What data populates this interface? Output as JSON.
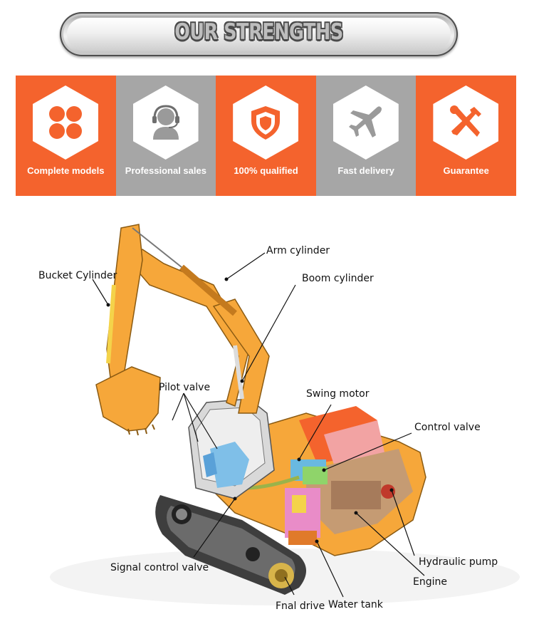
{
  "banner": {
    "title": "OUR STRENGTHS"
  },
  "features": [
    {
      "label": "Complete models",
      "icon": "four-circles-icon",
      "color": "#f4632d"
    },
    {
      "label": "Professional sales",
      "icon": "customer-service-icon",
      "color": "#a6a6a6"
    },
    {
      "label": "100% qualified",
      "icon": "shield-icon",
      "color": "#f4632d"
    },
    {
      "label": "Fast delivery",
      "icon": "airplane-icon",
      "color": "#a6a6a6"
    },
    {
      "label": "Guarantee",
      "icon": "tools-icon",
      "color": "#f4632d"
    }
  ],
  "diagram": {
    "labels": {
      "arm_cylinder": "Arm cylinder",
      "bucket_cylinder": "Bucket Cylinder",
      "boom_cylinder": "Boom cylinder",
      "pilot_valve": "Pilot valve",
      "swing_motor": "Swing motor",
      "control_valve": "Control valve",
      "hydraulic_pump": "Hydraulic pump",
      "signal_control_valve": "Signal control valve",
      "engine": "Engine",
      "final_drive": "Fnal drive",
      "water_tank": "Water tank"
    }
  },
  "colors": {
    "accent_orange": "#f4632d",
    "accent_gray": "#a6a6a6",
    "excavator_orange": "#f6a73a"
  }
}
